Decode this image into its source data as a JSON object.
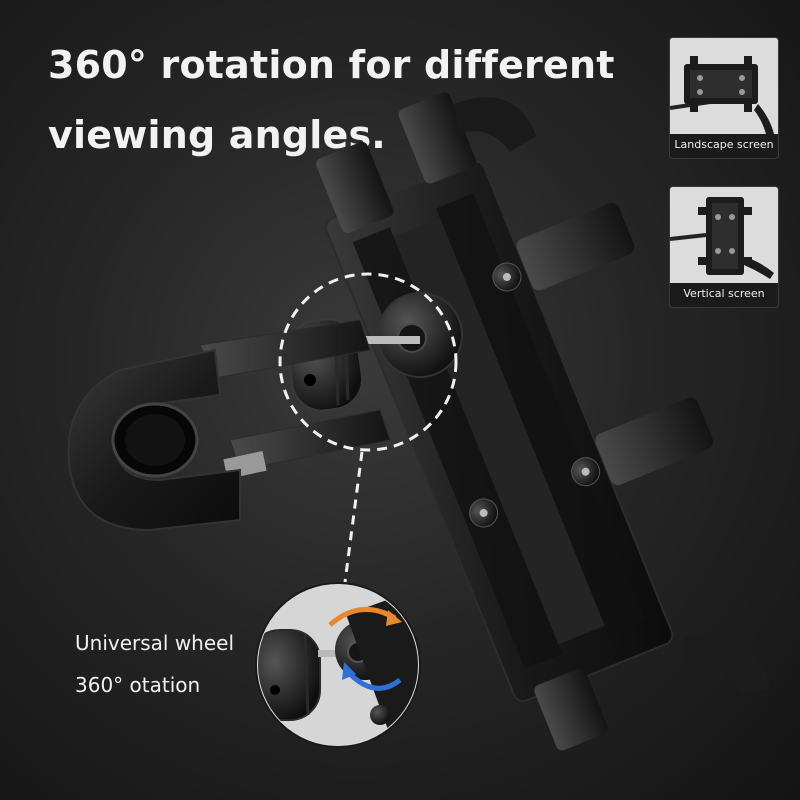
{
  "headline": {
    "line1": "360°  rotation for different",
    "line2": "viewing angles."
  },
  "thumbnails": [
    {
      "caption": "Landscape screen"
    },
    {
      "caption": "Vertical screen"
    }
  ],
  "callout": {
    "line1": "Universal wheel",
    "line2": "360°  otation"
  },
  "colors": {
    "background": "#262626",
    "text": "#f2f2f2",
    "rotation_arrow_orange": "#e8892b",
    "rotation_arrow_blue": "#2f6fd6"
  },
  "icons": [
    "phone-holder-image",
    "dashed-zoom-circle",
    "rotation-arrows"
  ]
}
